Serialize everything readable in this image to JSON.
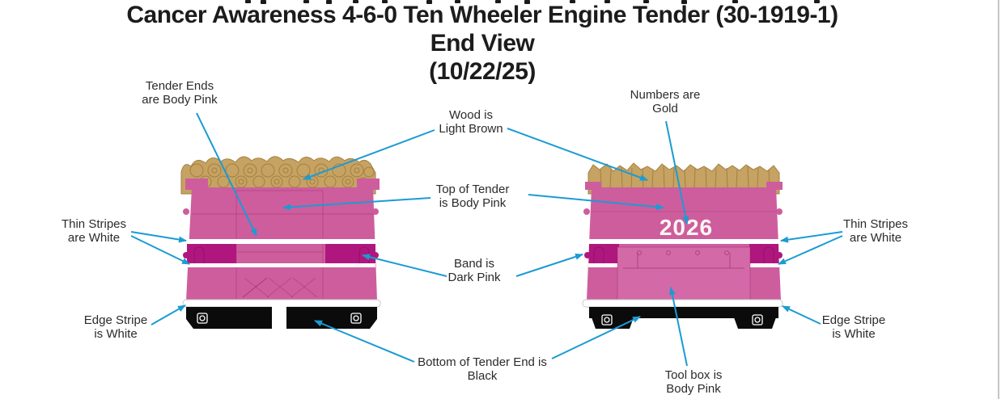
{
  "title": {
    "line1": "Cancer Awareness 4-6-0 Ten Wheeler Engine Tender (30-1919-1)",
    "line2": "End View",
    "line3": "(10/22/25)"
  },
  "tender_right_number": "2026",
  "labels": {
    "tender_ends": {
      "line1": "Tender Ends",
      "line2": "are Body Pink"
    },
    "wood": {
      "line1": "Wood is",
      "line2": "Light Brown"
    },
    "top_of_tender": {
      "line1": "Top of Tender",
      "line2": "is Body Pink"
    },
    "numbers": {
      "line1": "Numbers are",
      "line2": "Gold"
    },
    "band": {
      "line1": "Band is",
      "line2": "Dark Pink"
    },
    "thin_stripes_left": {
      "line1": "Thin Stripes",
      "line2": "are White"
    },
    "thin_stripes_right": {
      "line1": "Thin Stripes",
      "line2": "are White"
    },
    "edge_stripe_left": {
      "line1": "Edge Stripe",
      "line2": "is White"
    },
    "edge_stripe_right": {
      "line1": "Edge Stripe",
      "line2": "is White"
    },
    "bottom": {
      "line1": "Bottom of Tender End  is",
      "line2": "Black"
    },
    "toolbox": {
      "line1": "Tool box is",
      "line2": "Body Pink"
    }
  },
  "colors": {
    "body_pink": "#ce5d9e",
    "dark_pink": "#b0177e",
    "toolbox_pink": "#d469a7",
    "wood": "#c6a263",
    "wood_line": "#a3813f",
    "black": "#0b0b0b",
    "white": "#ffffff",
    "arrow": "#1b9bd3",
    "number": "#fdf7f2",
    "text": "#2b2b2b",
    "divider": "#c6c6c6"
  }
}
